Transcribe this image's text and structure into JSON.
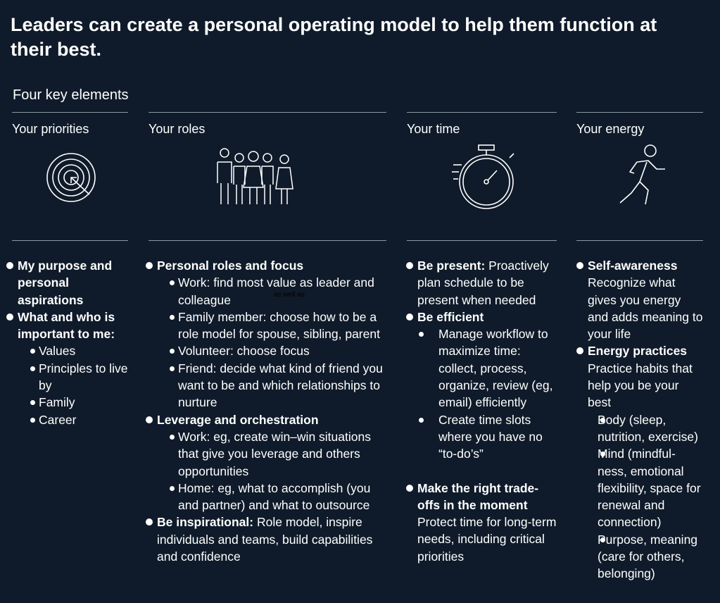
{
  "title": "Leaders can create a personal operating model to help them function at their best.",
  "subtitle": "Four key elements",
  "stray_text": "as well as",
  "columns": [
    {
      "title": "Your priorities",
      "icon": "target-icon",
      "items": [
        {
          "heading": "My purpose and personal aspirations",
          "text": "",
          "subs": []
        },
        {
          "heading": "What and who is important to me:",
          "text": "",
          "subs": [
            "Values",
            "Principles to live by",
            "Family",
            "Career"
          ]
        }
      ]
    },
    {
      "title": "Your roles",
      "icon": "people-group-icon",
      "items": [
        {
          "heading": "Personal roles and focus",
          "text": "",
          "subs": [
            "Work: find most value as leader and colleague",
            "Family member:  choose how to be a role model for spouse, sibling, parent",
            "Volunteer: choose focus",
            "Friend: decide what kind of friend you want to be and which relationships to nurture"
          ]
        },
        {
          "heading": "Leverage and orchestration",
          "text": "",
          "subs": [
            "Work: eg, create win–win situations that give you leverage and others opportunities",
            "Home: eg, what to accomplish (you and partner) and what to outsource"
          ]
        },
        {
          "heading": "Be inspirational:",
          "text": "Role model, inspire individuals and teams, build capabilities and confidence",
          "subs": []
        }
      ]
    },
    {
      "title": "Your time",
      "icon": "stopwatch-icon",
      "items": [
        {
          "heading": "Be present:",
          "text": "Proactively plan schedule to be present when needed",
          "subs": []
        },
        {
          "heading": "Be efficient",
          "text": "",
          "subs": [
            "Manage workflow to maximize time: collect, process, organize, review (eg, email) efficiently",
            "Create time slots where you have no “to-do’s”"
          ]
        },
        {
          "heading": "Make the right trade-offs in the moment",
          "text": "Protect time for long-term needs, including critical priorities",
          "subs": []
        }
      ]
    },
    {
      "title": "Your energy",
      "icon": "running-person-icon",
      "items": [
        {
          "heading": "Self-awareness",
          "text": "Recognize what gives you energy and adds meaning to your life",
          "subs": []
        },
        {
          "heading": "Energy practices",
          "text": "Practice habits that help you be your best",
          "subs": [
            "Body (sleep, nutrition, exercise)",
            "Mind (mindful-ness, emotional flexibility, space for renewal and connection)",
            "Purpose, meaning (care for others, belonging)"
          ]
        }
      ]
    }
  ]
}
